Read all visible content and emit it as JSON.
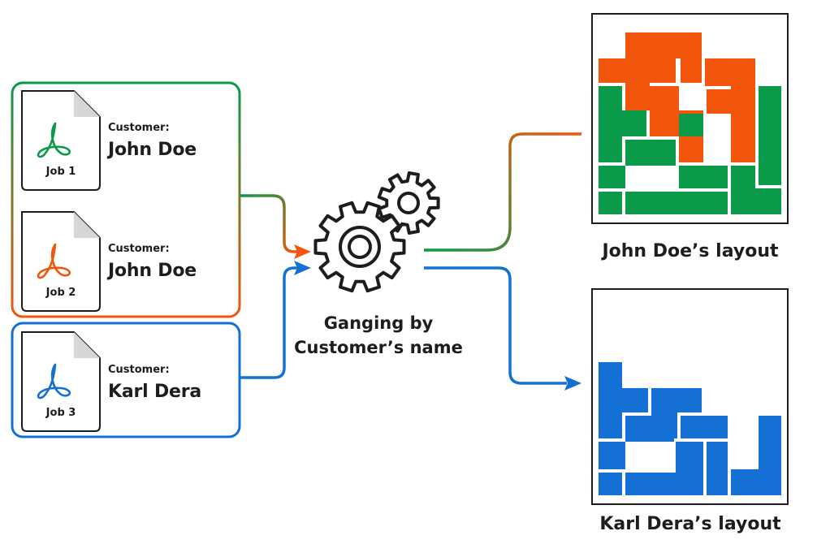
{
  "colors": {
    "green": "#0a9a4a",
    "orange": "#f2560c",
    "blue": "#1570d6",
    "outline": "#1d1d1f"
  },
  "groups": [
    {
      "jobs": [
        {
          "job_label": "Job 1",
          "customer_caption": "Customer:",
          "customer_name": "John Doe",
          "icon": "pdf-icon",
          "icon_color": "#0a9a4a"
        },
        {
          "job_label": "Job 2",
          "customer_caption": "Customer:",
          "customer_name": "John Doe",
          "icon": "pdf-icon",
          "icon_color": "#f2560c"
        }
      ]
    },
    {
      "jobs": [
        {
          "job_label": "Job 3",
          "customer_caption": "Customer:",
          "customer_name": "Karl Dera",
          "icon": "pdf-icon",
          "icon_color": "#1570d6"
        }
      ]
    }
  ],
  "process": {
    "icon": "gears-icon",
    "label_line1": "Ganging by",
    "label_line2": "Customer’s name"
  },
  "layouts": [
    {
      "title": "John Doe’s layout",
      "piece_colors": [
        "#f2560c",
        "#0a9a4a"
      ]
    },
    {
      "title": "Karl Dera’s layout",
      "piece_colors": [
        "#1570d6"
      ]
    }
  ]
}
